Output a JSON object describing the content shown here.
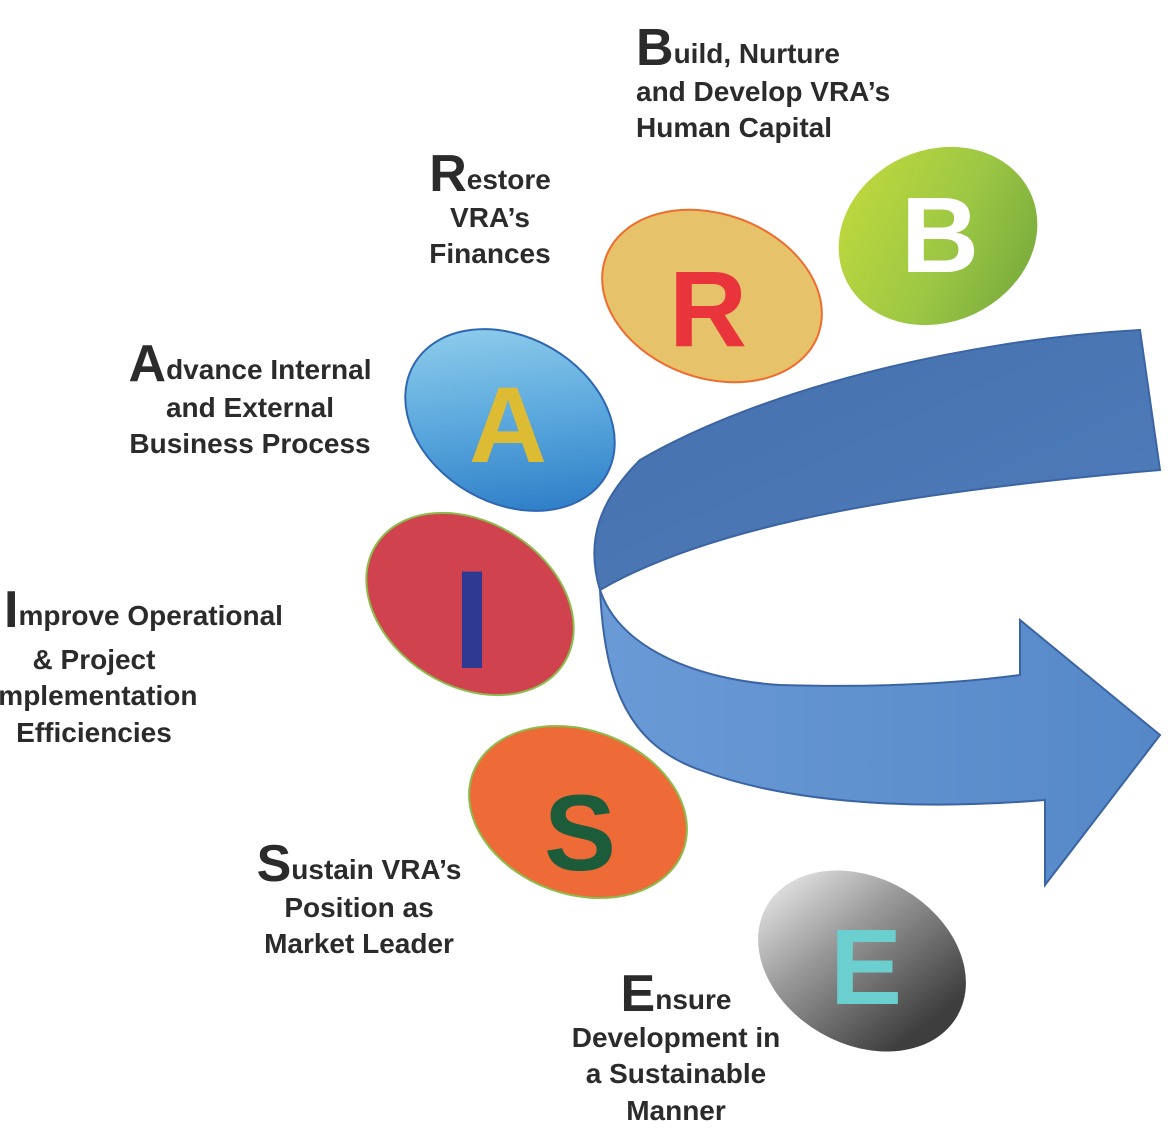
{
  "items": [
    {
      "key": "B",
      "letter": "B",
      "caption_initial": "B",
      "caption_rest": "uild, Nurture",
      "caption_lines": [
        "and Develop VRA’s",
        "Human Capital"
      ],
      "letter_color": "#ffffff"
    },
    {
      "key": "R",
      "letter": "R",
      "caption_initial": "R",
      "caption_rest": "estore",
      "caption_lines": [
        "VRA’s",
        "Finances"
      ],
      "letter_color": "#e8343a"
    },
    {
      "key": "A",
      "letter": "A",
      "caption_initial": "A",
      "caption_rest": "dvance Internal",
      "caption_lines": [
        "and External",
        "Business Process"
      ],
      "letter_color": "#ddbb33"
    },
    {
      "key": "I",
      "letter": "I",
      "caption_initial": "I",
      "caption_rest": "mprove Operational",
      "caption_lines": [
        "& Project",
        "Implementation",
        "Efficiencies"
      ],
      "letter_color": "#2e3a92"
    },
    {
      "key": "S",
      "letter": "S",
      "caption_initial": "S",
      "caption_rest": "ustain VRA’s",
      "caption_lines": [
        "Position as",
        "Market Leader"
      ],
      "letter_color": "#1c5c3a"
    },
    {
      "key": "E",
      "letter": "E",
      "caption_initial": "E",
      "caption_rest": "nsure",
      "caption_lines": [
        "Development in",
        "a Sustainable",
        "Manner"
      ],
      "letter_color": "#6ccfcf"
    }
  ],
  "colors": {
    "caption_text": "#2b2b2b",
    "arrow_top": "#4a76b4",
    "arrow_bottom": "#5b8cc9",
    "arrow_outline": "#3b64a3"
  }
}
